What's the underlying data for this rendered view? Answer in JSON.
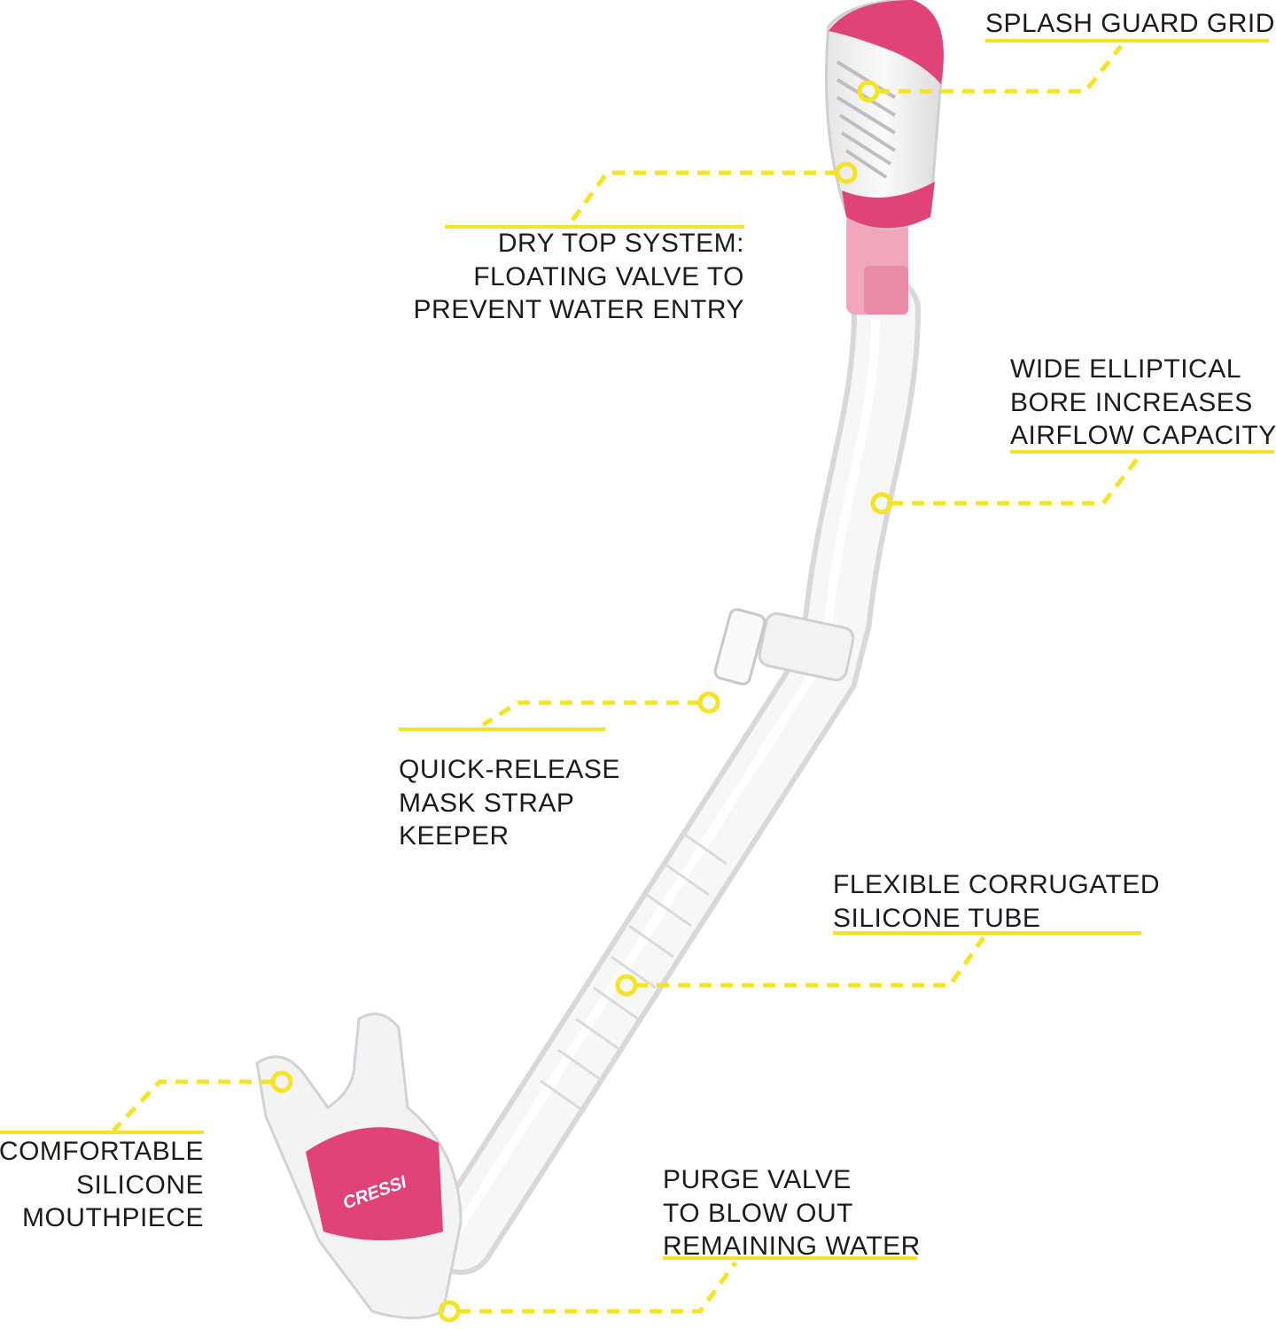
{
  "accent_color": "#f5e326",
  "product_color": "#e0437a",
  "brand_logo": "CRESSI",
  "callouts": {
    "splash": {
      "lines": [
        "SPLASH GUARD GRID"
      ]
    },
    "drytop": {
      "lines": [
        "DRY TOP SYSTEM:",
        "FLOATING VALVE TO",
        "PREVENT WATER ENTRY"
      ]
    },
    "bore": {
      "lines": [
        "WIDE ELLIPTICAL",
        "BORE INCREASES",
        "AIRFLOW CAPACITY"
      ]
    },
    "keeper": {
      "lines": [
        "QUICK-RELEASE",
        "MASK STRAP",
        "KEEPER"
      ]
    },
    "tube": {
      "lines": [
        "FLEXIBLE CORRUGATED",
        "SILICONE TUBE"
      ]
    },
    "mouthpiece": {
      "lines": [
        "COMFORTABLE",
        "SILICONE",
        "MOUTHPIECE"
      ]
    },
    "purge": {
      "lines": [
        "PURGE VALVE",
        "TO BLOW OUT",
        "REMAINING WATER"
      ]
    }
  }
}
